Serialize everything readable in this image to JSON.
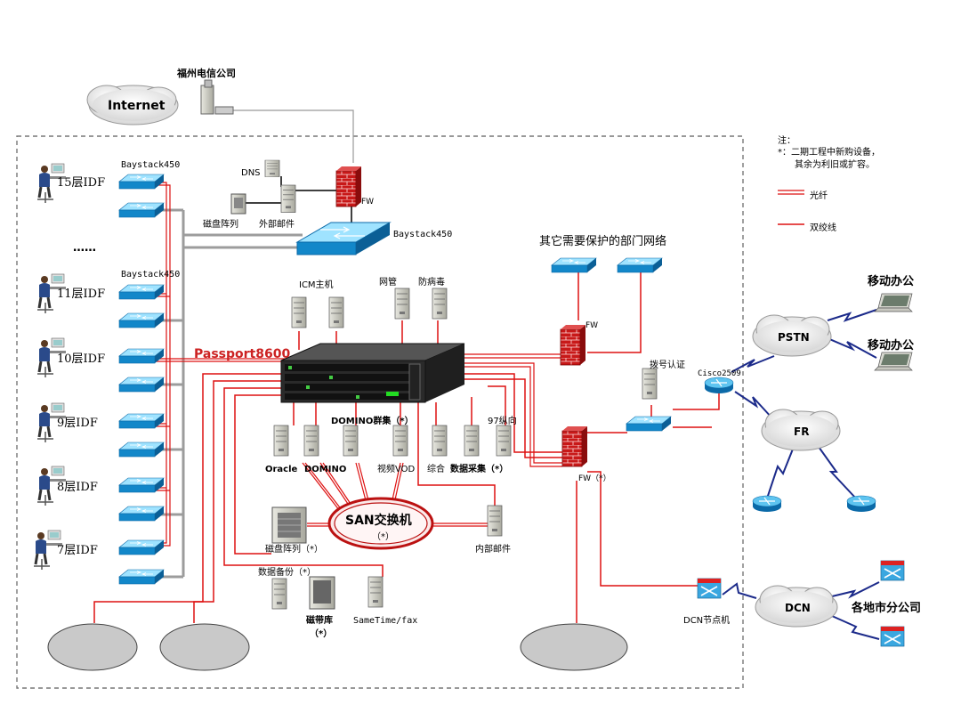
{
  "internet": {
    "cloud": "Internet",
    "provider": "福州电信公司"
  },
  "legend": {
    "title": "注：",
    "note_line1": "*：二期工程中新购设备，",
    "note_line2": "其余为利旧或扩容。",
    "fiber": "光纤",
    "twisted_pair": "双绞线"
  },
  "top": {
    "dns": "DNS",
    "disk_array": "磁盘阵列",
    "external_mail": "外部邮件",
    "fw": "FW",
    "baystack_core": "Baystack450",
    "baystack_a": "Baystack450",
    "baystack_b": "Baystack450"
  },
  "floors": {
    "f15": "15层IDF",
    "dots": "……",
    "f11": "11层IDF",
    "f10": "10层IDF",
    "f9": "9层IDF",
    "f8": "8层IDF",
    "f7": "7层IDF"
  },
  "core": {
    "passport": "Passport8600",
    "icm": "ICM主机",
    "nms": "网管",
    "antivirus": "防病毒",
    "domino_cluster": "DOMINO群集（*）",
    "col97": "97纵向",
    "oracle": "Oracle",
    "domino": "DOMINO",
    "vod": "视频VOD",
    "general": "综合",
    "data_collect": "数据采集（*）"
  },
  "san": {
    "switch_line1": "SAN交换机",
    "switch_line2": "（*）",
    "disk_array": "磁盘阵列（*）",
    "internal_mail": "内部邮件",
    "backup": "数据备份（*）",
    "tape_line1": "磁带库",
    "tape_line2": "（*）",
    "sametime": "SameTime/fax"
  },
  "right": {
    "dept_networks": "其它需要保护的部门网络",
    "fw_top": "FW",
    "fw_bottom": "FW（*）",
    "dial_auth": "拨号认证",
    "cisco": "Cisco2509",
    "pstn": "PSTN",
    "fr": "FR",
    "mobile1": "移动办公",
    "mobile2": "移动办公",
    "dcn": "DCN",
    "dcn_node": "DCN节点机",
    "branches": "各地市分公司"
  }
}
